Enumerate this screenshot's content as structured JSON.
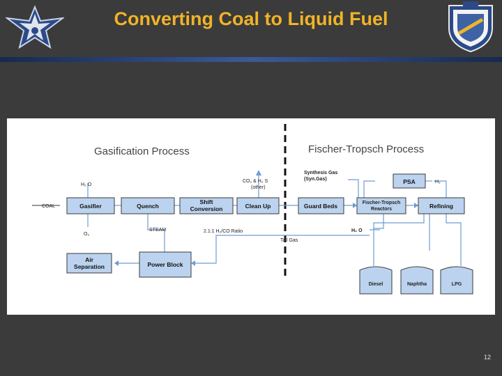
{
  "slide": {
    "title": "Converting Coal to Liquid Fuel",
    "page_number": "12",
    "colors": {
      "background": "#3b3b3b",
      "title": "#f0b428",
      "accent_bar": "#2a4680",
      "box_fill": "#bcd3ef",
      "line": "#6f9bd1"
    },
    "logos": {
      "left": "air-force-wings-logo",
      "right": "afit-shield-emblem"
    }
  },
  "diagram": {
    "gasification_heading": "Gasification Process",
    "ft_heading": "Fischer-Tropsch Process",
    "inputs": {
      "coal": "COAL",
      "water": "H₂ O",
      "oxygen": "O₂",
      "steam": "STEAM",
      "water_ft": "H₂ O",
      "hydrogen": "H₂"
    },
    "outputs": {
      "co2_h2s": "CO₂ & H₂ S",
      "other": "(other)",
      "syngas_line1": "Synthesis Gas",
      "syngas_line2": "(Syn.Gas)",
      "ratio": "2.1:1 H₂/CO Ratio",
      "tail_gas": "Tail Gas"
    },
    "boxes": {
      "gasifier": "Gasifier",
      "quench": "Quench",
      "shift_line1": "Shift",
      "shift_line2": "Conversion",
      "cleanup": "Clean Up",
      "air_line1": "Air",
      "air_line2": "Separation",
      "power_block": "Power Block",
      "guard_beds": "Guard Beds",
      "ft_line1": "Fischer-Tropsch",
      "ft_line2": "Reactors",
      "refining": "Refining",
      "psa": "PSA"
    },
    "products": [
      "Diesel",
      "Naphtha",
      "LPG"
    ]
  }
}
